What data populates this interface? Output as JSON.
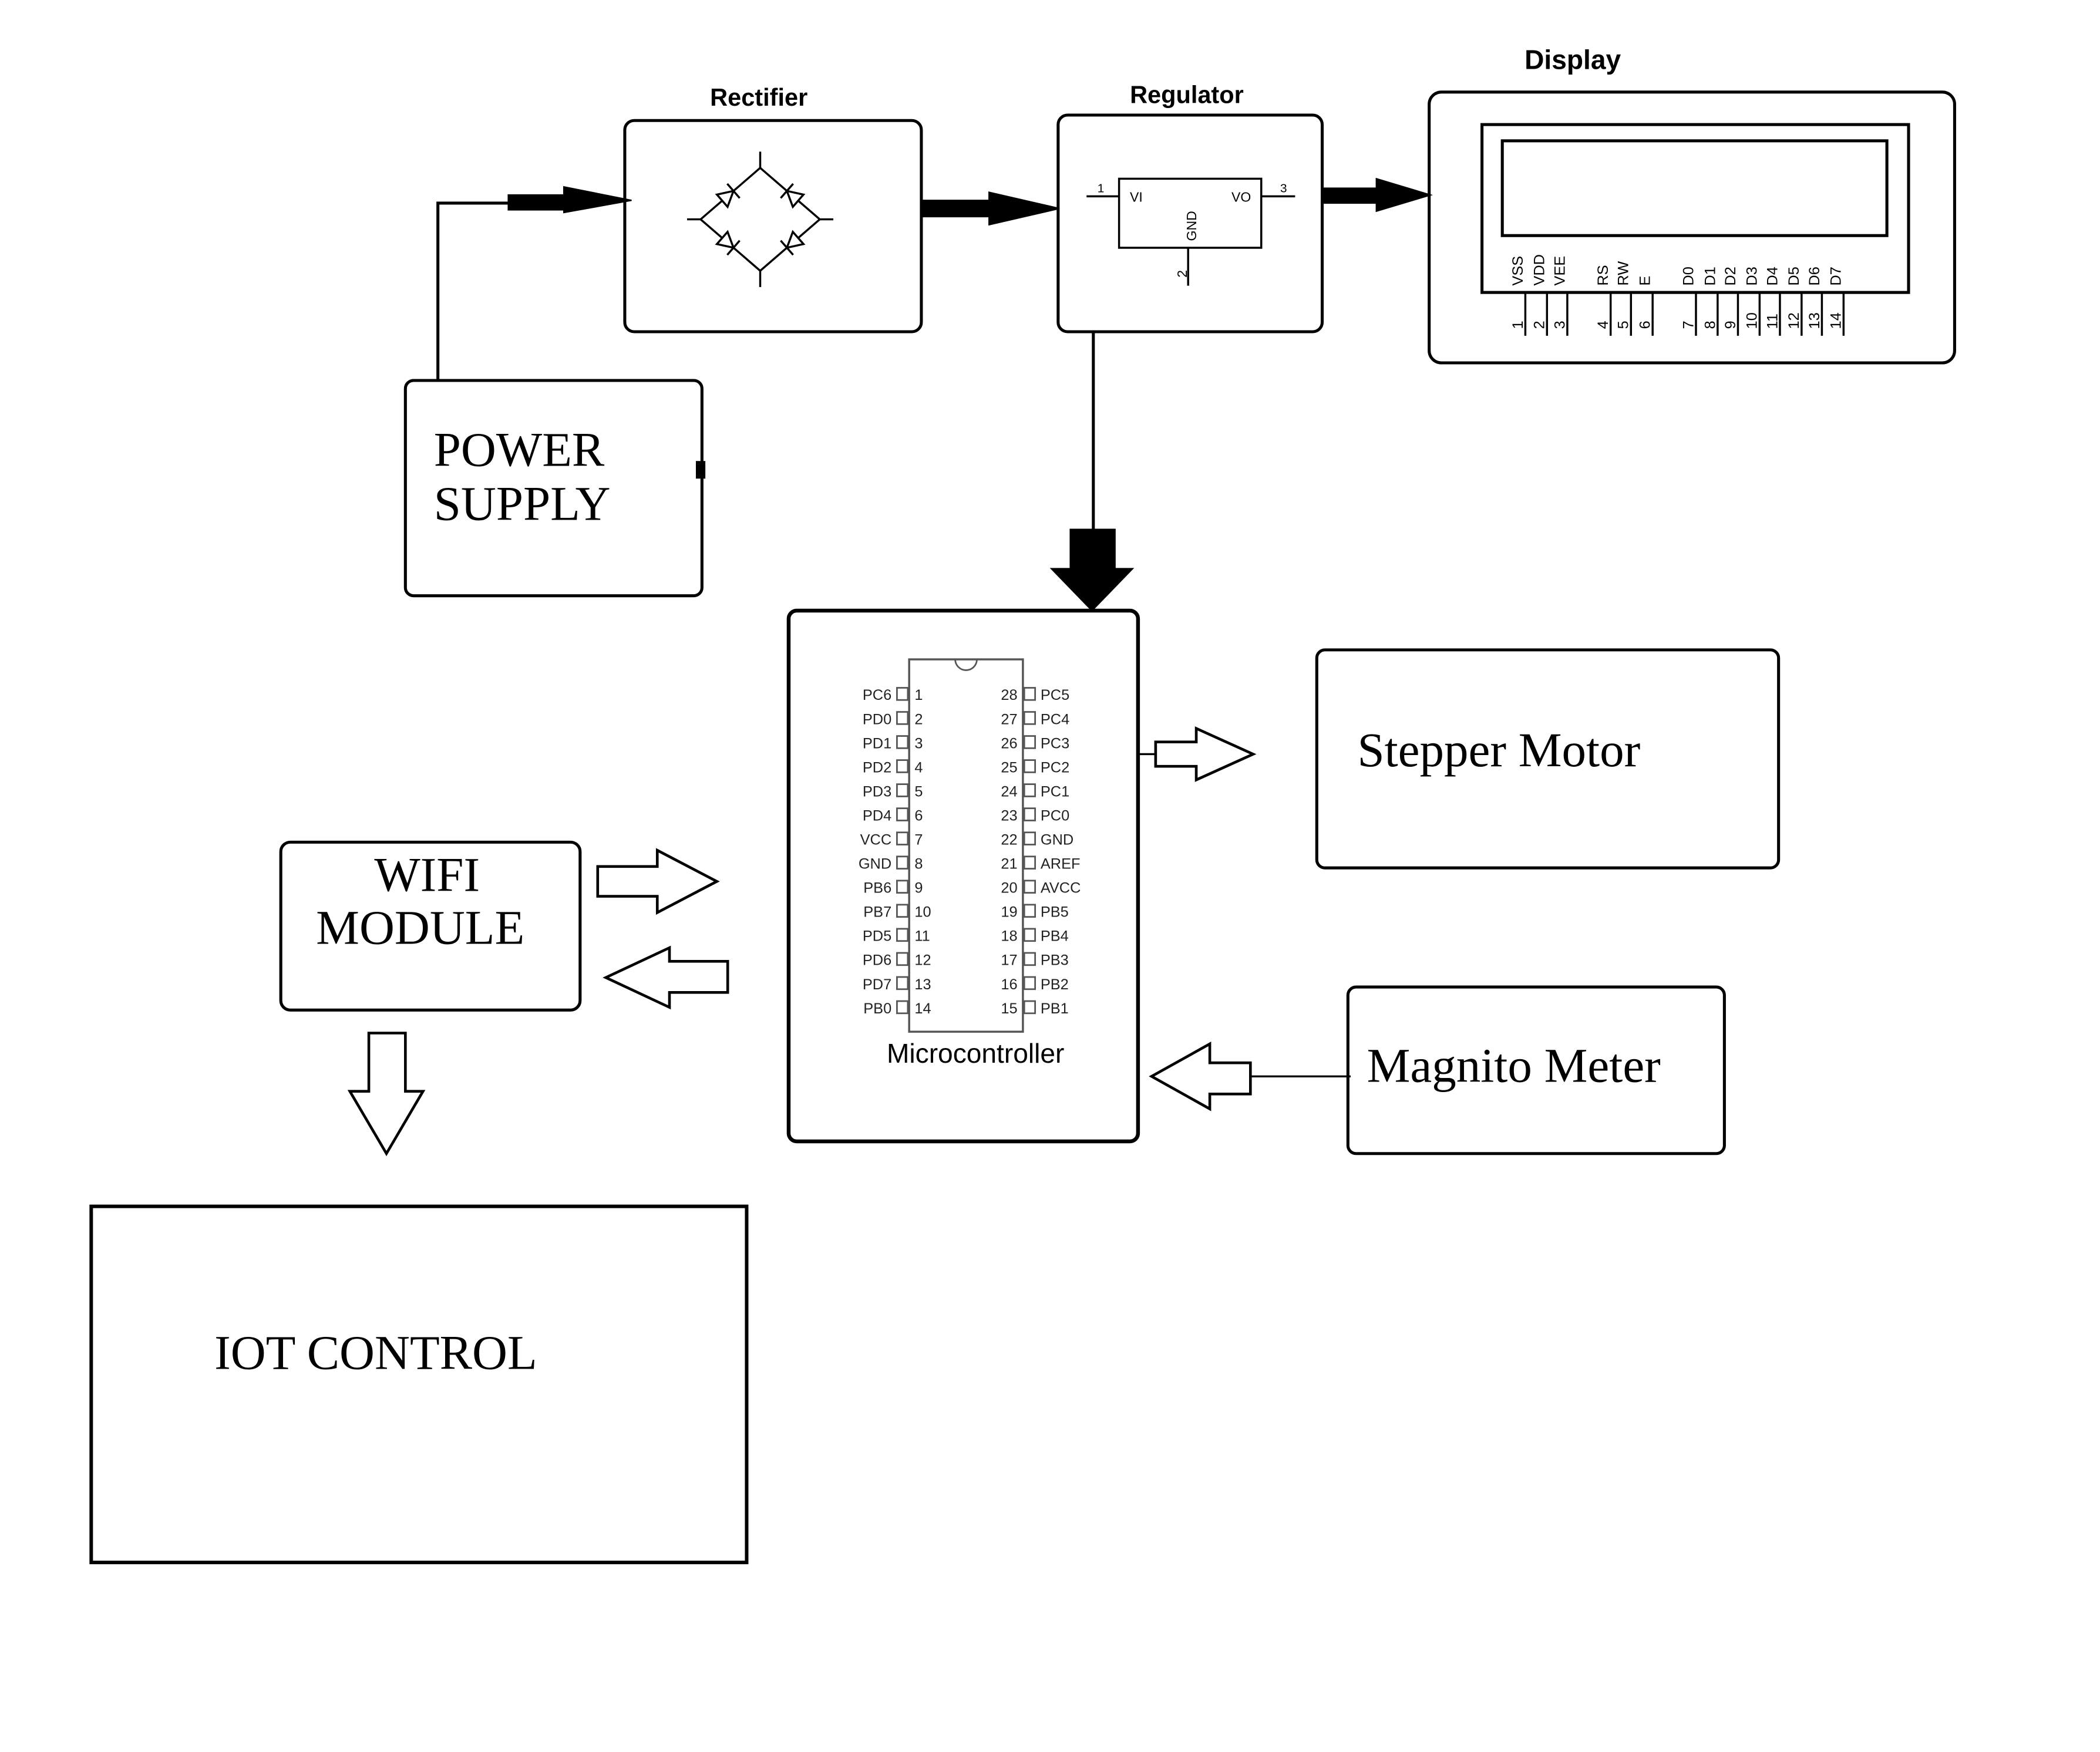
{
  "diagram": {
    "blocks": {
      "power_supply": {
        "line1": "POWER",
        "line2": "SUPPLY"
      },
      "rectifier": {
        "title": "Rectifier"
      },
      "regulator": {
        "title": "Regulator",
        "pin_in_label": "VI",
        "pin_out_label": "VO",
        "pin_gnd_label": "GND",
        "pin_in_num": "1",
        "pin_out_num": "3",
        "pin_gnd_num": "2"
      },
      "display": {
        "title": "Display",
        "pins": [
          {
            "name": "VSS",
            "num": "1"
          },
          {
            "name": "VDD",
            "num": "2"
          },
          {
            "name": "VEE",
            "num": "3"
          },
          {
            "name": "RS",
            "num": "4"
          },
          {
            "name": "RW",
            "num": "5"
          },
          {
            "name": "E",
            "num": "6"
          },
          {
            "name": "D0",
            "num": "7"
          },
          {
            "name": "D1",
            "num": "8"
          },
          {
            "name": "D2",
            "num": "9"
          },
          {
            "name": "D3",
            "num": "10"
          },
          {
            "name": "D4",
            "num": "11"
          },
          {
            "name": "D5",
            "num": "12"
          },
          {
            "name": "D6",
            "num": "13"
          },
          {
            "name": "D7",
            "num": "14"
          }
        ]
      },
      "microcontroller": {
        "label": "Microcontroller",
        "left_pins": [
          {
            "name": "PC6",
            "num": "1"
          },
          {
            "name": "PD0",
            "num": "2"
          },
          {
            "name": "PD1",
            "num": "3"
          },
          {
            "name": "PD2",
            "num": "4"
          },
          {
            "name": "PD3",
            "num": "5"
          },
          {
            "name": "PD4",
            "num": "6"
          },
          {
            "name": "VCC",
            "num": "7"
          },
          {
            "name": "GND",
            "num": "8"
          },
          {
            "name": "PB6",
            "num": "9"
          },
          {
            "name": "PB7",
            "num": "10"
          },
          {
            "name": "PD5",
            "num": "11"
          },
          {
            "name": "PD6",
            "num": "12"
          },
          {
            "name": "PD7",
            "num": "13"
          },
          {
            "name": "PB0",
            "num": "14"
          }
        ],
        "right_pins": [
          {
            "name": "PC5",
            "num": "28"
          },
          {
            "name": "PC4",
            "num": "27"
          },
          {
            "name": "PC3",
            "num": "26"
          },
          {
            "name": "PC2",
            "num": "25"
          },
          {
            "name": "PC1",
            "num": "24"
          },
          {
            "name": "PC0",
            "num": "23"
          },
          {
            "name": "GND",
            "num": "22"
          },
          {
            "name": "AREF",
            "num": "21"
          },
          {
            "name": "AVCC",
            "num": "20"
          },
          {
            "name": "PB5",
            "num": "19"
          },
          {
            "name": "PB4",
            "num": "18"
          },
          {
            "name": "PB3",
            "num": "17"
          },
          {
            "name": "PB2",
            "num": "16"
          },
          {
            "name": "PB1",
            "num": "15"
          }
        ]
      },
      "wifi_module": {
        "line1": "WIFI",
        "line2": "MODULE"
      },
      "stepper_motor": {
        "label": "Stepper Motor"
      },
      "magnetometer": {
        "label": "Magnito Meter"
      },
      "iot_control": {
        "label": "IOT CONTROL"
      }
    },
    "connections": [
      {
        "from": "power_supply",
        "to": "rectifier",
        "style": "solid-arrow"
      },
      {
        "from": "rectifier",
        "to": "regulator",
        "style": "solid-arrow"
      },
      {
        "from": "regulator",
        "to": "display",
        "style": "solid-arrow"
      },
      {
        "from": "regulator",
        "to": "microcontroller",
        "style": "solid-arrow"
      },
      {
        "from": "microcontroller",
        "to": "stepper_motor",
        "style": "hollow-arrow"
      },
      {
        "from": "magnetometer",
        "to": "microcontroller",
        "style": "hollow-arrow"
      },
      {
        "from": "wifi_module",
        "to": "microcontroller",
        "style": "hollow-arrow"
      },
      {
        "from": "microcontroller",
        "to": "wifi_module",
        "style": "hollow-arrow"
      },
      {
        "from": "wifi_module",
        "to": "iot_control",
        "style": "hollow-arrow"
      }
    ]
  }
}
